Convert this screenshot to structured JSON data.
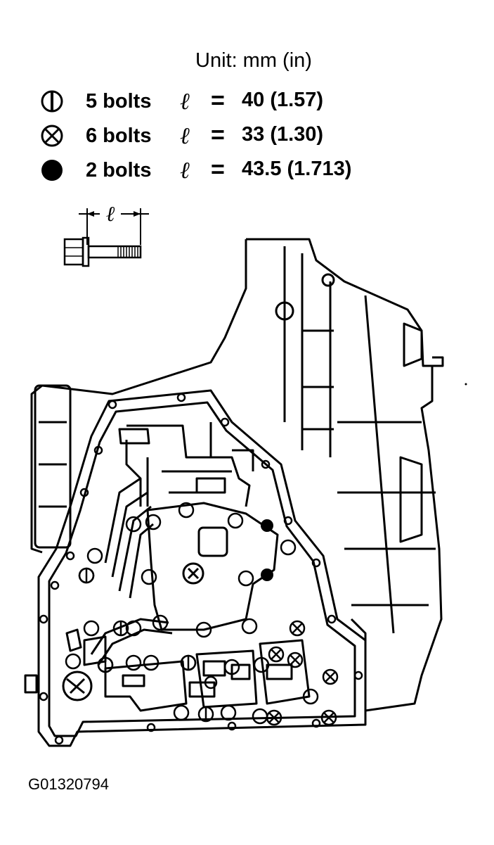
{
  "unit_label": "Unit: mm (in)",
  "legend": [
    {
      "symbol": "circle-with-vertical-bar-icon",
      "count": "5 bolts",
      "ell": "ℓ",
      "eq": "=",
      "length": "40 (1.57)"
    },
    {
      "symbol": "circle-with-x-icon",
      "count": "6 bolts",
      "ell": "ℓ",
      "eq": "=",
      "length": "33 (1.30)"
    },
    {
      "symbol": "filled-circle-icon",
      "count": "2 bolts",
      "ell": "ℓ",
      "eq": "=",
      "length": "43.5 (1.713)"
    }
  ],
  "bolt_dimension_label": "ℓ",
  "figure_id": "G01320794",
  "colors": {
    "ink": "#000000",
    "paper": "#ffffff"
  }
}
